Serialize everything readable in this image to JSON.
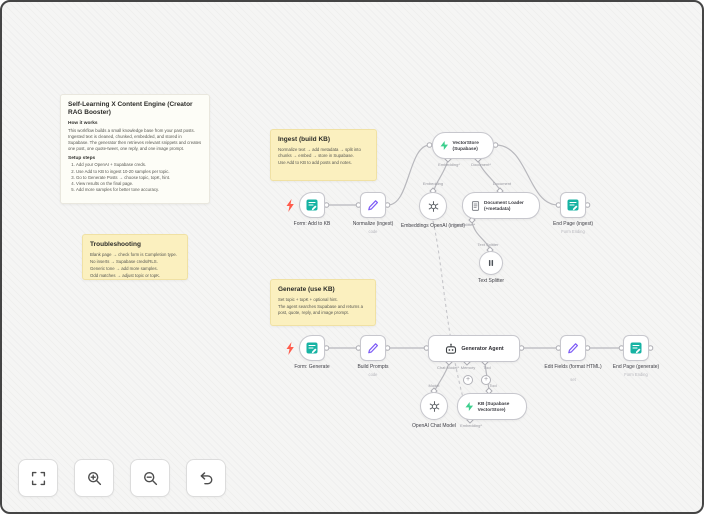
{
  "sticky_notes": {
    "overview": {
      "title": "Self-Learning X Content Engine (Creator RAG Booster)",
      "how_heading": "How it works",
      "how_body": "This workflow builds a small knowledge base from your past posts. Ingested text is cleaned, chunked, embedded, and stored in Supabase. The generator then retrieves relevant snippets and creates one post, one quote-tweet, one reply, and one image prompt.",
      "setup_heading": "Setup steps",
      "steps": [
        "Add your OpenAI + Supabase creds.",
        "Use Add to KB to ingest 10-20 samples per topic.",
        "Go to Generate Posts → choose topic, topK, hint.",
        "View results on the final page.",
        "Add more samples for better tone accuracy."
      ]
    },
    "troubleshooting": {
      "title": "Troubleshooting",
      "lines": [
        "Blank page → check form is Completion type.",
        "No inserts → Supabase creds/RLS.",
        "Generic tone → add more samples.",
        "Odd matches → adjust topic or topK."
      ]
    },
    "ingest": {
      "title": "Ingest (build KB)",
      "body1": "Normalize text → add metadata → split into chunks → embed → store in Supabase.",
      "body2": "Use Add to KB to add posts and notes."
    },
    "generate": {
      "title": "Generate (use KB)",
      "body1": "Set topic + topK + optional hint.",
      "body2": "The agent searches Supabase and returns a post, quote, reply, and image prompt."
    }
  },
  "nodes": {
    "form_add": {
      "label": "Form: Add to KB"
    },
    "normalize": {
      "label": "Normalize (ingest)",
      "subtitle": "code"
    },
    "vector_store": {
      "label": "VectorStore (Supabase)"
    },
    "embeddings_ingest": {
      "label": "Embeddings OpenAI (ingest)"
    },
    "doc_loader": {
      "label": "Document Loader (+metadata)"
    },
    "text_splitter": {
      "label": "Text Splitter"
    },
    "end_ingest": {
      "label": "End Page (ingest)",
      "subtitle": "Form Ending"
    },
    "form_generate": {
      "label": "Form: Generate"
    },
    "build_prompts": {
      "label": "Build Prompts",
      "subtitle": "code"
    },
    "agent": {
      "label": "Generator Agent"
    },
    "openai_chat": {
      "label": "OpenAI Chat Model"
    },
    "kb": {
      "label": "KB (Supabase VectorStore)"
    },
    "edit_fields": {
      "label": "Edit Fields (format HTML)",
      "subtitle": "set"
    },
    "end_generate": {
      "label": "End Page (generate)",
      "subtitle": "Form Ending"
    }
  },
  "port_labels": {
    "vs_embedding": "Embedding*",
    "vs_document": "Document*",
    "sub_embedding": "Embedding",
    "sub_document": "Document",
    "dl_text_splitter": "Text Splitter*",
    "ts_top": "Text Splitter",
    "agent_chat_model": "Chat Model*",
    "agent_memory": "Memory",
    "agent_tool": "Tool",
    "model": "Model",
    "kb_tool": "Tool",
    "kb_embedding": "Embedding*"
  },
  "toolbar": {
    "buttons": [
      "fit-view",
      "zoom-in",
      "zoom-out",
      "undo"
    ]
  },
  "colors": {
    "sticky_yellow": "#fbf0bf",
    "sticky_white": "#fdfdf7",
    "form_teal": "#16b3a3",
    "code_purple": "#7d5bf6",
    "supabase_green": "#3ecf8e",
    "trigger_red": "#ff5c4c",
    "edge_gray": "#b8b8bd"
  }
}
